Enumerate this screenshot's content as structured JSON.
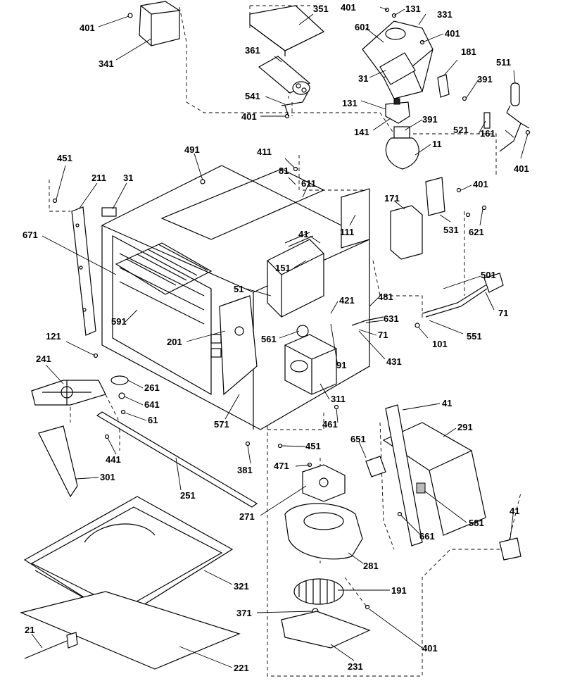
{
  "callouts": [
    {
      "id": "c1",
      "text": "401"
    },
    {
      "id": "c2",
      "text": "341"
    },
    {
      "id": "c3",
      "text": "351"
    },
    {
      "id": "c4",
      "text": "361"
    },
    {
      "id": "c5",
      "text": "541"
    },
    {
      "id": "c6",
      "text": "401"
    },
    {
      "id": "c7",
      "text": "401"
    },
    {
      "id": "c8",
      "text": "131"
    },
    {
      "id": "c9",
      "text": "331"
    },
    {
      "id": "c10",
      "text": "601"
    },
    {
      "id": "c11",
      "text": "401"
    },
    {
      "id": "c12",
      "text": "31"
    },
    {
      "id": "c13",
      "text": "181"
    },
    {
      "id": "c14",
      "text": "511"
    },
    {
      "id": "c15",
      "text": "391"
    },
    {
      "id": "c16",
      "text": "131"
    },
    {
      "id": "c17",
      "text": "141"
    },
    {
      "id": "c18",
      "text": "391"
    },
    {
      "id": "c19",
      "text": "521"
    },
    {
      "id": "c20",
      "text": "161"
    },
    {
      "id": "c21",
      "text": "11"
    },
    {
      "id": "c22",
      "text": "401"
    },
    {
      "id": "c23",
      "text": "451"
    },
    {
      "id": "c24",
      "text": "211"
    },
    {
      "id": "c25",
      "text": "31"
    },
    {
      "id": "c26",
      "text": "491"
    },
    {
      "id": "c27",
      "text": "411"
    },
    {
      "id": "c28",
      "text": "81"
    },
    {
      "id": "c29",
      "text": "611"
    },
    {
      "id": "c30",
      "text": "171"
    },
    {
      "id": "c31",
      "text": "401"
    },
    {
      "id": "c32",
      "text": "671"
    },
    {
      "id": "c33",
      "text": "111"
    },
    {
      "id": "c34",
      "text": "41"
    },
    {
      "id": "c35",
      "text": "531"
    },
    {
      "id": "c36",
      "text": "621"
    },
    {
      "id": "c37",
      "text": "151"
    },
    {
      "id": "c38",
      "text": "51"
    },
    {
      "id": "c39",
      "text": "501"
    },
    {
      "id": "c40",
      "text": "481"
    },
    {
      "id": "c41",
      "text": "421"
    },
    {
      "id": "c42",
      "text": "71"
    },
    {
      "id": "c43",
      "text": "631"
    },
    {
      "id": "c44",
      "text": "71"
    },
    {
      "id": "c45",
      "text": "591"
    },
    {
      "id": "c46",
      "text": "201"
    },
    {
      "id": "c47",
      "text": "561"
    },
    {
      "id": "c48",
      "text": "101"
    },
    {
      "id": "c49",
      "text": "551"
    },
    {
      "id": "c50",
      "text": "121"
    },
    {
      "id": "c51",
      "text": "91"
    },
    {
      "id": "c52",
      "text": "431"
    },
    {
      "id": "c53",
      "text": "241"
    },
    {
      "id": "c54",
      "text": "261"
    },
    {
      "id": "c55",
      "text": "641"
    },
    {
      "id": "c56",
      "text": "61"
    },
    {
      "id": "c57",
      "text": "571"
    },
    {
      "id": "c58",
      "text": "311"
    },
    {
      "id": "c59",
      "text": "461"
    },
    {
      "id": "c60",
      "text": "41"
    },
    {
      "id": "c61",
      "text": "291"
    },
    {
      "id": "c62",
      "text": "441"
    },
    {
      "id": "c63",
      "text": "451"
    },
    {
      "id": "c64",
      "text": "651"
    },
    {
      "id": "c65",
      "text": "381"
    },
    {
      "id": "c66",
      "text": "471"
    },
    {
      "id": "c67",
      "text": "301"
    },
    {
      "id": "c68",
      "text": "251"
    },
    {
      "id": "c69",
      "text": "271"
    },
    {
      "id": "c70",
      "text": "581"
    },
    {
      "id": "c71",
      "text": "661"
    },
    {
      "id": "c72",
      "text": "41"
    },
    {
      "id": "c73",
      "text": "281"
    },
    {
      "id": "c74",
      "text": "321"
    },
    {
      "id": "c75",
      "text": "191"
    },
    {
      "id": "c76",
      "text": "371"
    },
    {
      "id": "c77",
      "text": "21"
    },
    {
      "id": "c78",
      "text": "401"
    },
    {
      "id": "c79",
      "text": "221"
    },
    {
      "id": "c80",
      "text": "231"
    }
  ]
}
